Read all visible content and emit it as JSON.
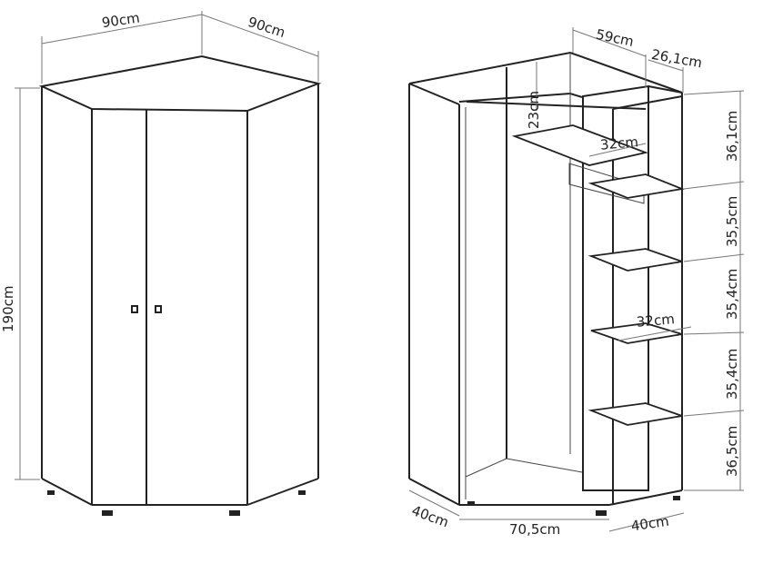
{
  "closed_view": {
    "width_left": "90cm",
    "width_right": "90cm",
    "height": "190cm"
  },
  "open_view": {
    "top_depth": "59cm",
    "shelf_unit_width": "26,1cm",
    "rail_drop": "23cm",
    "shelf_depth_top": "32cm",
    "shelf_depth_mid": "32cm",
    "shelf_spacings": [
      "36,1cm",
      "35,5cm",
      "35,4cm",
      "35,4cm",
      "36,5cm"
    ],
    "base_left": "40cm",
    "base_front": "70,5cm",
    "base_right": "40cm"
  }
}
